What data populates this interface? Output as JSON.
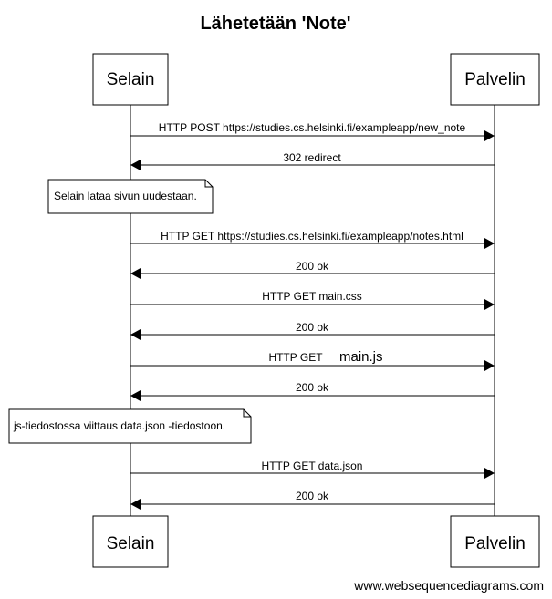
{
  "title": "Lähetetään 'Note'",
  "participants": {
    "left": "Selain",
    "right": "Palvelin"
  },
  "messages": [
    {
      "label": "HTTP POST https://studies.cs.helsinki.fi/exampleapp/new_note",
      "direction": "right"
    },
    {
      "label": "302 redirect",
      "direction": "left"
    },
    {
      "label": "HTTP GET https://studies.cs.helsinki.fi/exampleapp/notes.html",
      "direction": "right"
    },
    {
      "label": "200 ok",
      "direction": "left"
    },
    {
      "label": "HTTP GET main.css",
      "direction": "right"
    },
    {
      "label": "200 ok",
      "direction": "left"
    },
    {
      "label": "HTTP GET",
      "label_extra": "main.js",
      "direction": "right"
    },
    {
      "label": "200 ok",
      "direction": "left"
    },
    {
      "label": "HTTP GET data.json",
      "direction": "right"
    },
    {
      "label": "200 ok",
      "direction": "left"
    }
  ],
  "notes": [
    "Selain lataa sivun uudestaan.",
    "js-tiedostossa viittaus data.json -tiedostoon."
  ],
  "footer": "www.websequencediagrams.com"
}
